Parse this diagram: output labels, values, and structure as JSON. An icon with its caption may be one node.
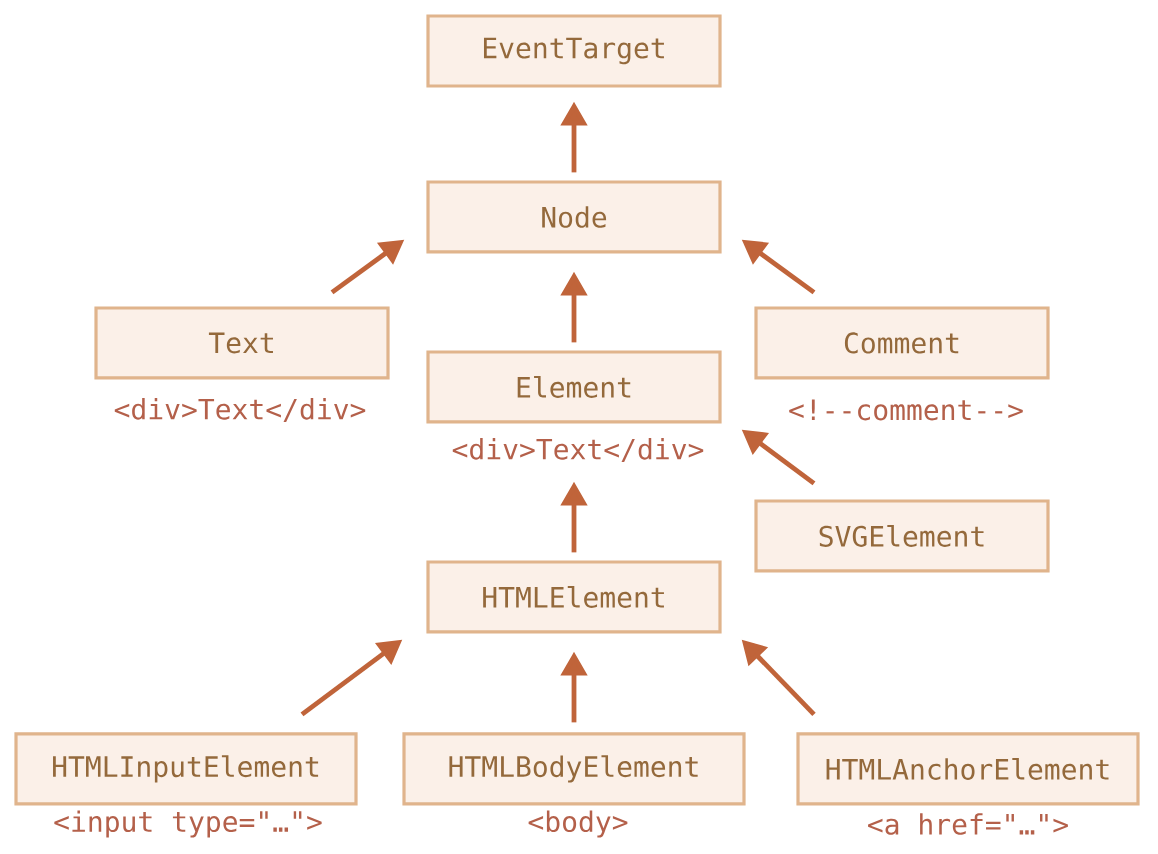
{
  "diagram": {
    "nodes": [
      {
        "text": [
          "EventTarget"
        ]
      },
      {
        "text": [
          "Node"
        ]
      },
      {
        "text": [
          "Text"
        ],
        "beside": [
          "<div>Text</div>"
        ]
      },
      {
        "text": [
          "Element"
        ],
        "beside": [
          "<div>Text</div>"
        ]
      },
      {
        "text": [
          "Comment"
        ],
        "beside": [
          "<!--comment-->"
        ]
      },
      {
        "text": [
          "SVGElement"
        ]
      },
      {
        "text": [
          "HTMLElement"
        ]
      },
      {
        "text": [
          "HTMLInputElement"
        ],
        "beside": [
          "<input type=\"…\">"
        ]
      },
      {
        "text": [
          "HTMLBodyElement"
        ],
        "beside": [
          "<body>"
        ]
      },
      {
        "text": [
          "HTMLAnchorElement"
        ],
        "beside": [
          "<a href=\"…\">"
        ]
      }
    ],
    "edges": [
      {
        "from": 1,
        "to": 0,
        "arrow": "to"
      },
      {
        "from": 2,
        "to": 1,
        "arrow": "to"
      },
      {
        "from": 3,
        "to": 1,
        "arrow": "to"
      },
      {
        "from": 4,
        "to": 1,
        "arrow": "to"
      },
      {
        "from": 5,
        "to": 3,
        "arrow": "to"
      },
      {
        "from": 6,
        "to": 3,
        "arrow": "to"
      },
      {
        "from": 7,
        "to": 6,
        "arrow": "to"
      },
      {
        "from": 8,
        "to": 6,
        "arrow": "to"
      },
      {
        "from": 9,
        "to": 6,
        "arrow": "to"
      }
    ]
  }
}
